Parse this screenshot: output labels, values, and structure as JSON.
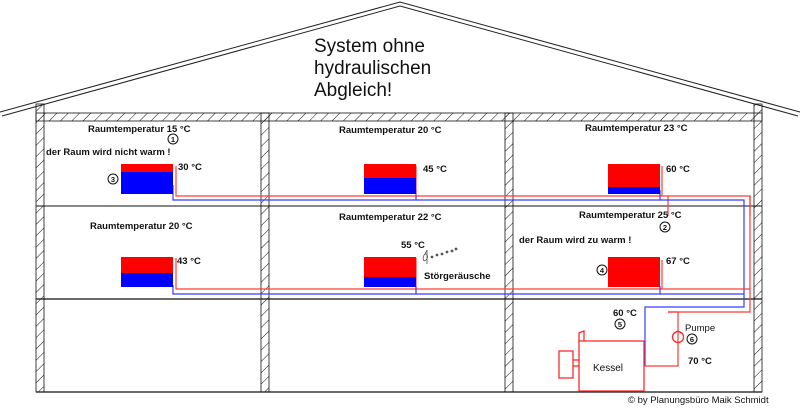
{
  "title": {
    "line1": "System ohne",
    "line2": "hydraulischen",
    "line3": "Abgleich!"
  },
  "colors": {
    "supply": "#ff0000",
    "return": "#0000ff",
    "pipe_supply": "#ff3b3b",
    "pipe_return": "#3b3bff",
    "wall": "#000000"
  },
  "rooms": [
    {
      "id": "upper-left",
      "room_temp": "Raumtemperatur 15 °C",
      "note": "der Raum wird nicht warm !",
      "marker": "1",
      "radiator_marker": "3",
      "radiator_temp": "30 °C",
      "hot_fraction": 0.25
    },
    {
      "id": "upper-middle",
      "room_temp": "Raumtemperatur 20 °C",
      "radiator_temp": "45 °C",
      "hot_fraction": 0.45
    },
    {
      "id": "upper-right",
      "room_temp": "Raumtemperatur 23 °C",
      "radiator_temp": "60 °C",
      "hot_fraction": 0.78
    },
    {
      "id": "middle-left",
      "room_temp": "Raumtemperatur 20 °C",
      "radiator_temp": "43 °C",
      "hot_fraction": 0.52
    },
    {
      "id": "middle-middle",
      "room_temp": "Raumtemperatur 22 °C",
      "radiator_temp": "55 °C",
      "noise_label": "Störgeräusche",
      "hot_fraction": 0.68
    },
    {
      "id": "middle-right",
      "room_temp": "Raumtemperatur 25 °C",
      "note": "der Raum wird zu warm !",
      "marker": "2",
      "radiator_marker": "4",
      "radiator_temp": "67 °C",
      "hot_fraction": 1.0
    }
  ],
  "boiler": {
    "label": "Kessel",
    "return_temp": "60 °C",
    "return_marker": "5",
    "pump_label": "Pumpe",
    "pump_marker": "6",
    "supply_temp": "70 °C"
  },
  "copyright": "© by Planungsbüro Maik Schmidt"
}
